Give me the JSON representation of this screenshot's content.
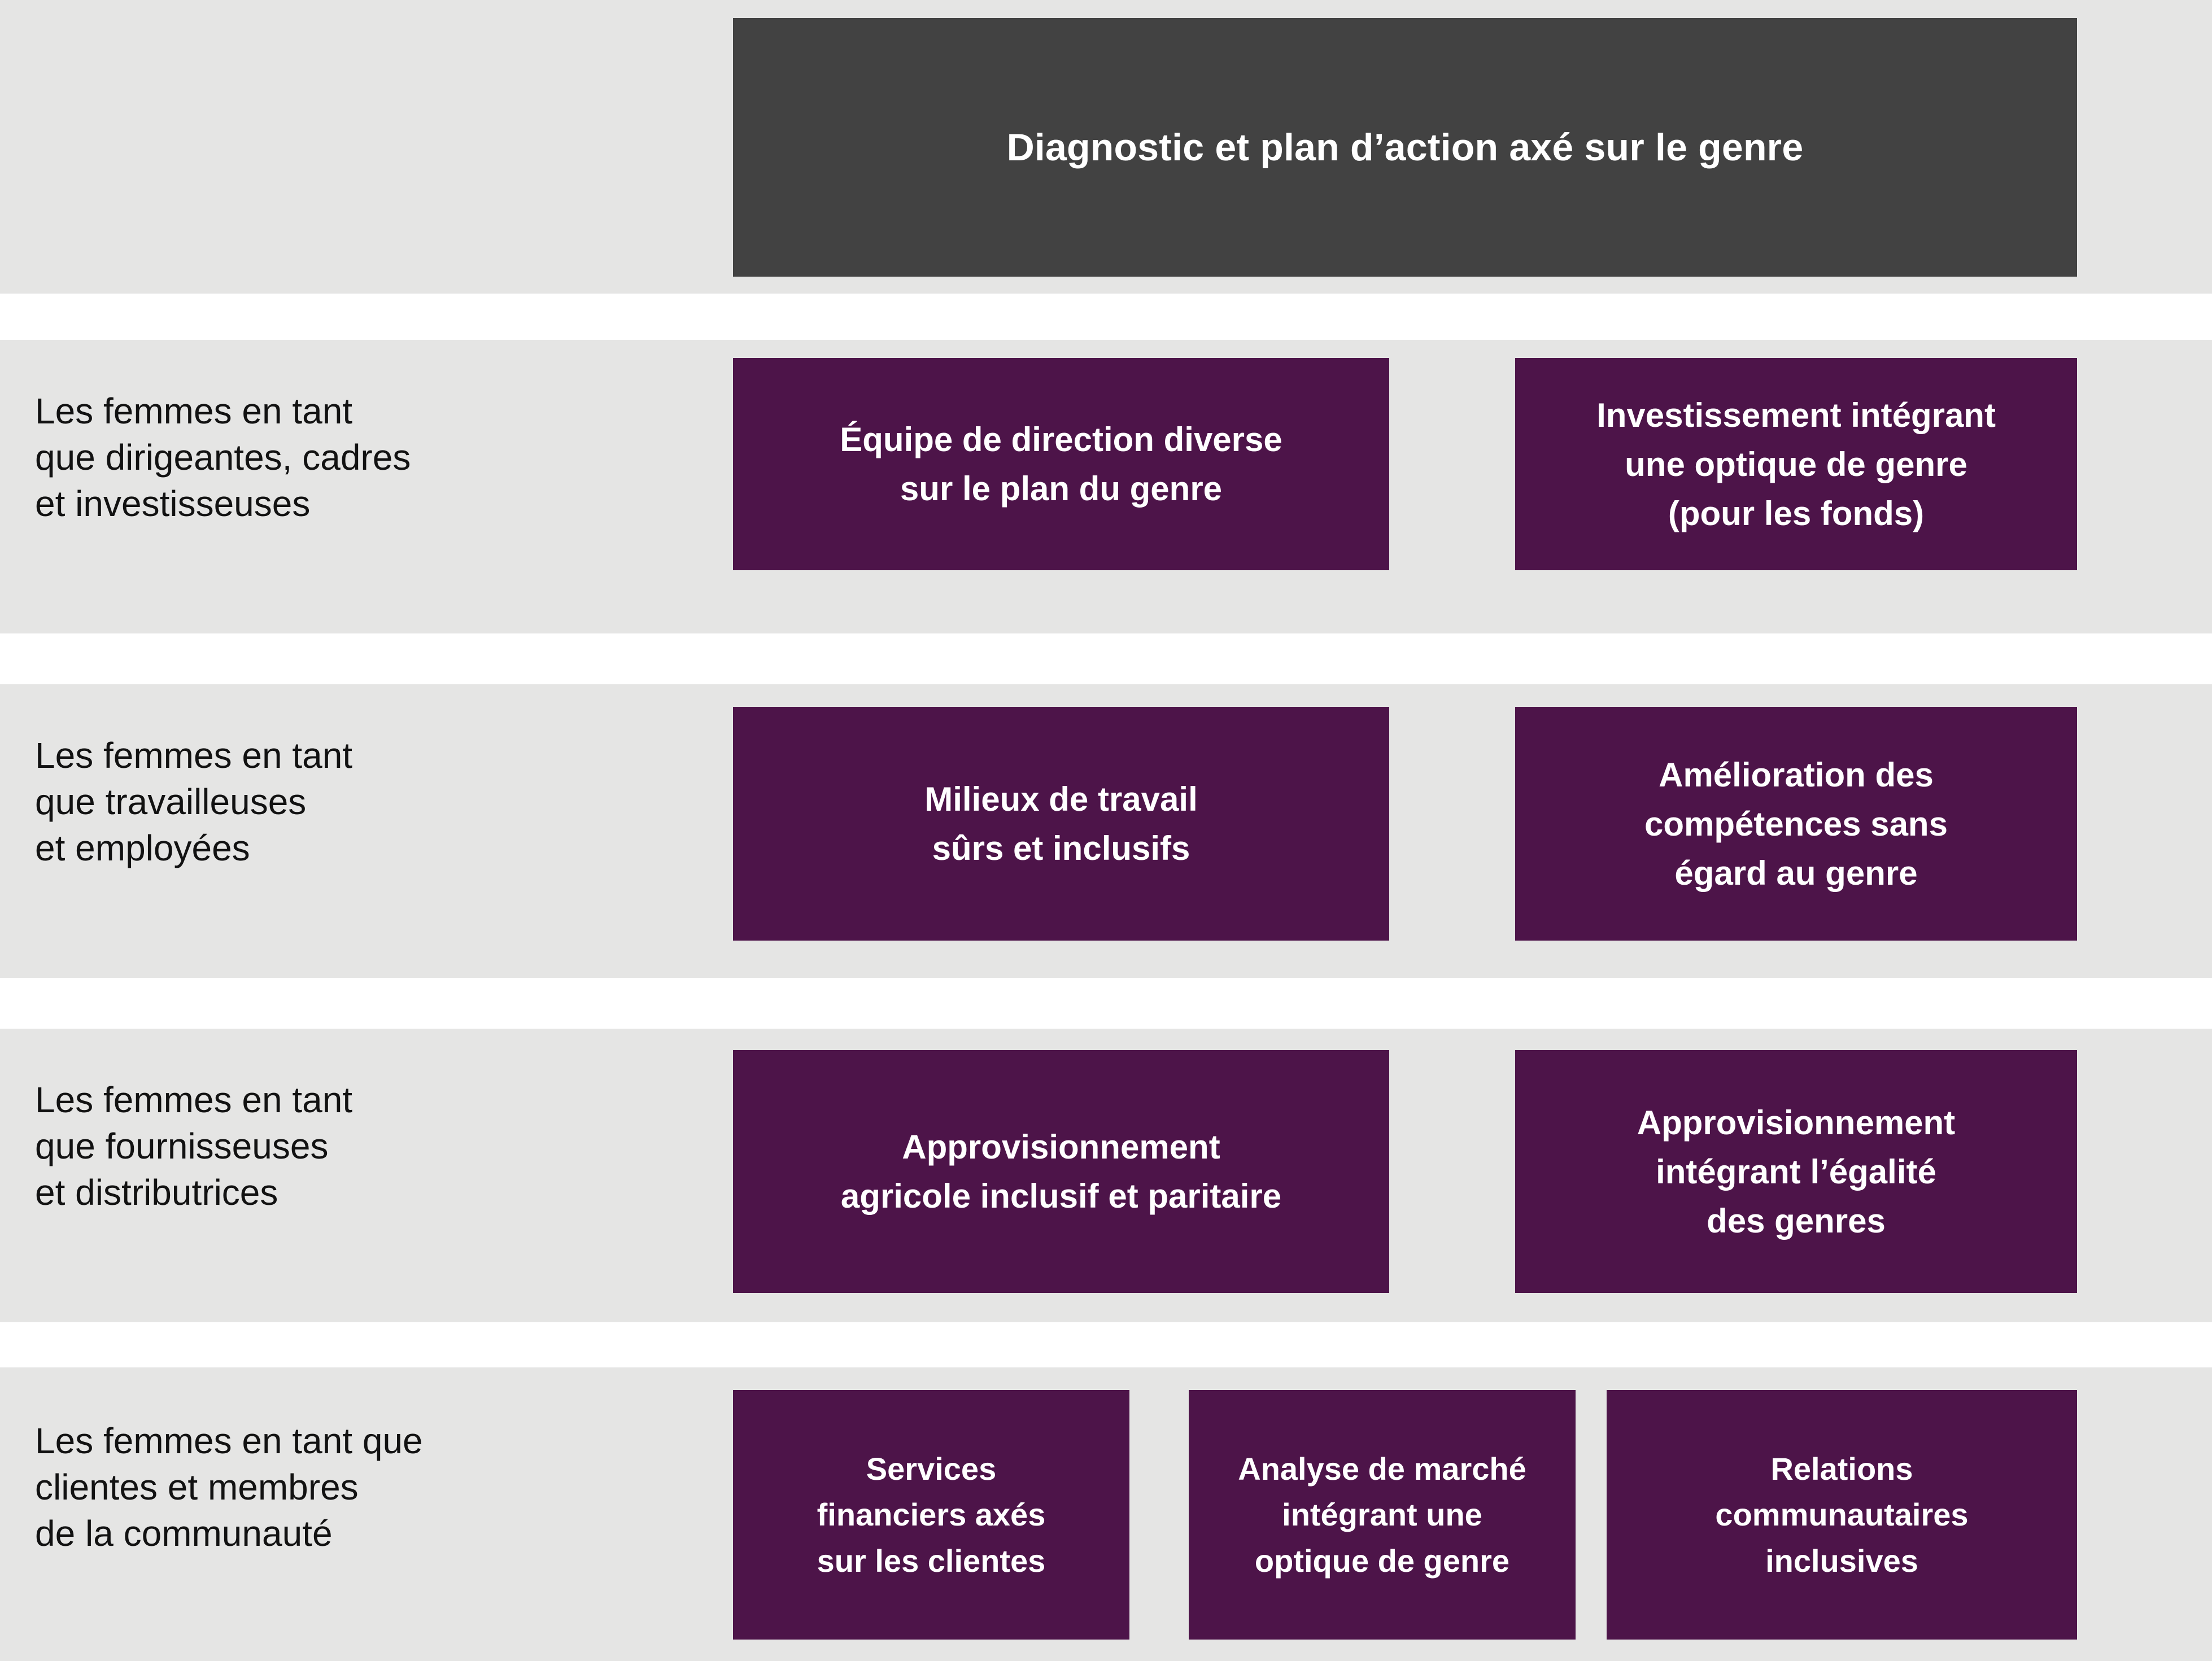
{
  "colors": {
    "band_background": "#e5e5e4",
    "page_background": "#ffffff",
    "header_bar": "#424242",
    "card_purple": "#4d1449",
    "label_text": "#121212",
    "card_text": "#ffffff"
  },
  "header": {
    "title": "Diagnostic et plan d’action axé sur le genre"
  },
  "rows": [
    {
      "label": "Les femmes en tant\nque dirigeantes, cadres\net investisseuses",
      "cards": [
        "Équipe de direction diverse\nsur le plan du genre",
        "Investissement intégrant\nune optique de genre\n(pour les fonds)"
      ]
    },
    {
      "label": "Les femmes en tant\nque travailleuses\net employées",
      "cards": [
        "Milieux de travail\nsûrs et inclusifs",
        "Amélioration des\ncompétences sans\négard au genre"
      ]
    },
    {
      "label": "Les femmes en tant\nque fournisseuses\net distributrices",
      "cards": [
        "Approvisionnement\nagricole inclusif et paritaire",
        "Approvisionnement\nintégrant l’égalité\ndes genres"
      ]
    },
    {
      "label": "Les femmes en tant que\nclientes et membres\nde la communauté",
      "cards": [
        "Services\nfinanciers axés\nsur les clientes",
        "Analyse de marché\nintégrant une\noptique de genre",
        "Relations\ncommunautaires\ninclusives"
      ]
    }
  ]
}
